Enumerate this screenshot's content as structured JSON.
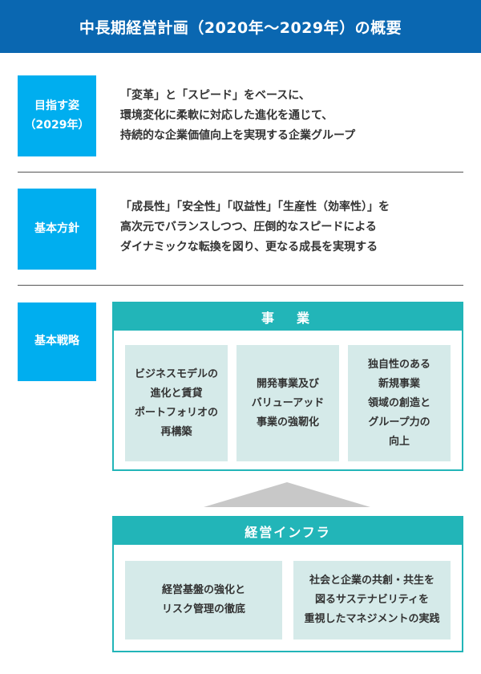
{
  "header": {
    "title": "中長期経営計画（2020年〜2029年）の概要"
  },
  "rows": [
    {
      "label": [
        "目指す姿",
        "（2029年）"
      ],
      "text": [
        "「変革」と「スピード」をベースに、",
        "環境変化に柔軟に対応した進化を通じて、",
        "持続的な企業価値向上を実現する企業グループ"
      ]
    },
    {
      "label": [
        "基本方針"
      ],
      "text": [
        "「成長性」「安全性」「収益性」「生産性（効率性）」を",
        "高次元でバランスしつつ、圧倒的なスピードによる",
        "ダイナミックな転換を図り、更なる成長を実現する"
      ]
    }
  ],
  "strategy": {
    "label": "基本戦略",
    "business": {
      "title": "事　業",
      "cards": [
        [
          "ビジネスモデルの",
          "進化と賃貸",
          "ポートフォリオの",
          "再構築"
        ],
        [
          "開発事業及び",
          "バリューアッド",
          "事業の強靭化"
        ],
        [
          "独自性のある",
          "新規事業",
          "領域の創造と",
          "グループ力の",
          "向上"
        ]
      ]
    },
    "infra": {
      "title": "経営インフラ",
      "cards": [
        [
          "経営基盤の強化と",
          "リスク管理の徹底"
        ],
        [
          "社会と企業の共創・共生を",
          "図るサステナビリティを",
          "重視したマネジメントの実践"
        ]
      ]
    }
  },
  "colors": {
    "header": "#0a67b1",
    "label": "#00aeef",
    "teal": "#22b5b8",
    "card": "#d5eae9",
    "arrow": "#c8c8c8"
  }
}
